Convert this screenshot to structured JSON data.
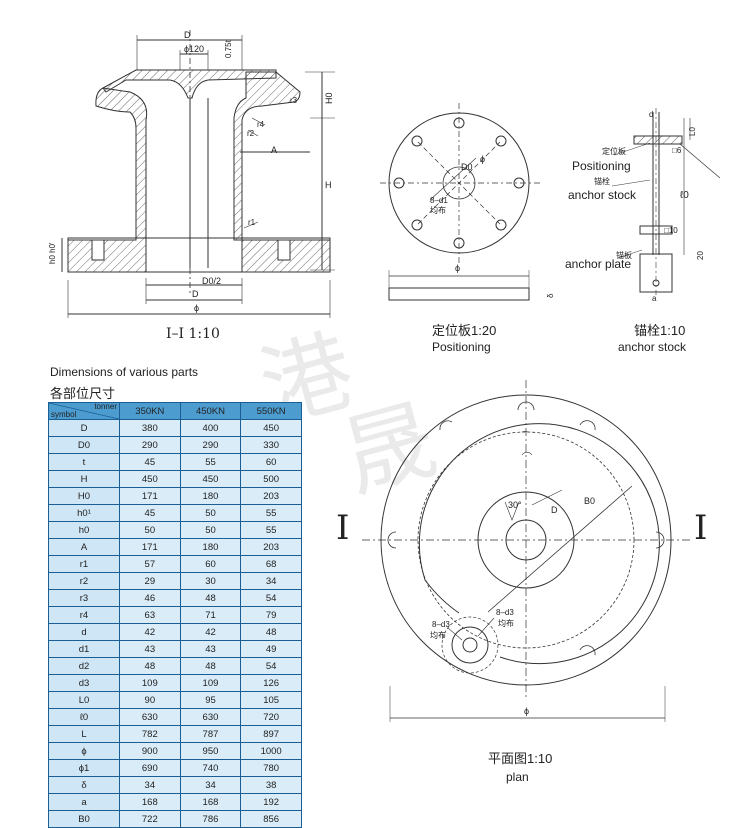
{
  "section": {
    "caption": "I–I 1:10",
    "labels": {
      "D_top": "D",
      "phi120": "ϕ120",
      "t075": "0.75t",
      "H0": "H0",
      "H": "H",
      "r3": "r3",
      "r4": "r4",
      "r2": "r2",
      "r1": "r1",
      "A": "A",
      "h0h0p": "h0 h0'",
      "D02": "D0/2",
      "D_bottom": "D",
      "phi": "ϕ"
    }
  },
  "positioning": {
    "caption_cn": "定位板1:20",
    "caption_en": "Positioning",
    "labels": {
      "D0": "D0",
      "phi": "ϕ",
      "d1": "8–d1",
      "junbu": "均布",
      "phi_side": "ϕ",
      "delta": "δ"
    }
  },
  "anchor": {
    "caption_cn": "锚栓1:10",
    "caption_en": "anchor stock",
    "labels": {
      "dwb": "定位板",
      "positioning": "Positioning",
      "ms": "锚栓",
      "anchor_stock": "anchor stock",
      "mb": "锚板",
      "anchor_plate": "anchor plate",
      "d": "d",
      "L0": "L0",
      "d6": "□6",
      "l0": "ℓ0",
      "d10": "□10",
      "n20": "20",
      "a": "a"
    }
  },
  "plan": {
    "caption_cn": "平面图1:10",
    "caption_en": "plan",
    "roman_left": "I",
    "roman_right": "I",
    "labels": {
      "angle": "30°",
      "B0": "B0",
      "D": "D",
      "d3a": "8–d3",
      "junbu_a": "均布",
      "d3b": "8–d3",
      "junbu_b": "均布",
      "phi": "ϕ"
    }
  },
  "watermark": [
    "港",
    "晟"
  ],
  "table": {
    "title_en": "Dimensions of various parts",
    "title_cn": "各部位尺寸",
    "header_tonner": "tonner",
    "header_symbol": "symbol",
    "columns": [
      "350KN",
      "450KN",
      "550KN"
    ],
    "rows": [
      {
        "symbol": "D",
        "values": [
          "380",
          "400",
          "450"
        ]
      },
      {
        "symbol": "D0",
        "values": [
          "290",
          "290",
          "330"
        ]
      },
      {
        "symbol": "t",
        "values": [
          "45",
          "55",
          "60"
        ]
      },
      {
        "symbol": "H",
        "values": [
          "450",
          "450",
          "500"
        ]
      },
      {
        "symbol": "H0",
        "values": [
          "171",
          "180",
          "203"
        ]
      },
      {
        "symbol": "h0¹",
        "values": [
          "45",
          "50",
          "55"
        ]
      },
      {
        "symbol": "h0",
        "values": [
          "50",
          "50",
          "55"
        ]
      },
      {
        "symbol": "A",
        "values": [
          "171",
          "180",
          "203"
        ]
      },
      {
        "symbol": "r1",
        "values": [
          "57",
          "60",
          "68"
        ]
      },
      {
        "symbol": "r2",
        "values": [
          "29",
          "30",
          "34"
        ]
      },
      {
        "symbol": "r3",
        "values": [
          "46",
          "48",
          "54"
        ]
      },
      {
        "symbol": "r4",
        "values": [
          "63",
          "71",
          "79"
        ]
      },
      {
        "symbol": "d",
        "values": [
          "42",
          "42",
          "48"
        ]
      },
      {
        "symbol": "d1",
        "values": [
          "43",
          "43",
          "49"
        ]
      },
      {
        "symbol": "d2",
        "values": [
          "48",
          "48",
          "54"
        ]
      },
      {
        "symbol": "d3",
        "values": [
          "109",
          "109",
          "126"
        ]
      },
      {
        "symbol": "L0",
        "values": [
          "90",
          "95",
          "105"
        ]
      },
      {
        "symbol": "ℓ0",
        "values": [
          "630",
          "630",
          "720"
        ]
      },
      {
        "symbol": "L",
        "values": [
          "782",
          "787",
          "897"
        ]
      },
      {
        "symbol": "ϕ",
        "values": [
          "900",
          "950",
          "1000"
        ]
      },
      {
        "symbol": "ϕ1",
        "values": [
          "690",
          "740",
          "780"
        ]
      },
      {
        "symbol": "δ",
        "values": [
          "34",
          "34",
          "38"
        ]
      },
      {
        "symbol": "a",
        "values": [
          "168",
          "168",
          "192"
        ]
      },
      {
        "symbol": "B0",
        "values": [
          "722",
          "786",
          "856"
        ]
      }
    ]
  }
}
